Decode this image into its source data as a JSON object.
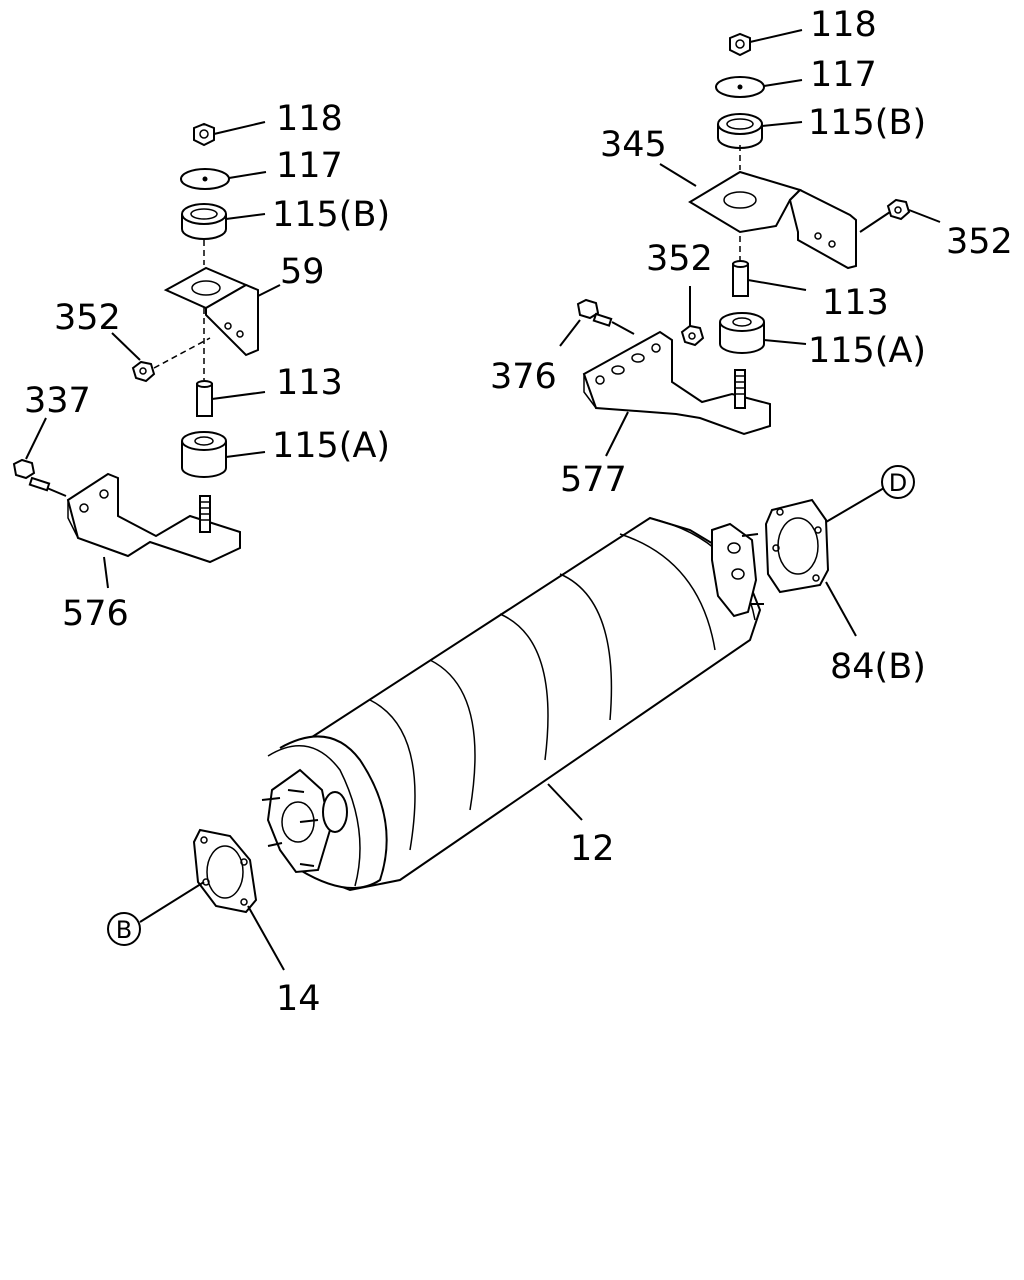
{
  "labels": {
    "l118_left": "118",
    "l117_left": "117",
    "l115b_left": "115(B)",
    "l59": "59",
    "l352_left": "352",
    "l113_left": "113",
    "l115a_left": "115(A)",
    "l337": "337",
    "l576": "576",
    "l118_right": "118",
    "l117_right": "117",
    "l115b_right": "115(B)",
    "l345": "345",
    "l352_right_top": "352",
    "l352_right": "352",
    "l113_right": "113",
    "l376": "376",
    "l115a_right": "115(A)",
    "l577": "577",
    "l84b": "84(B)",
    "l12": "12",
    "l14": "14"
  },
  "connectors": {
    "d": "D",
    "b": "B"
  }
}
